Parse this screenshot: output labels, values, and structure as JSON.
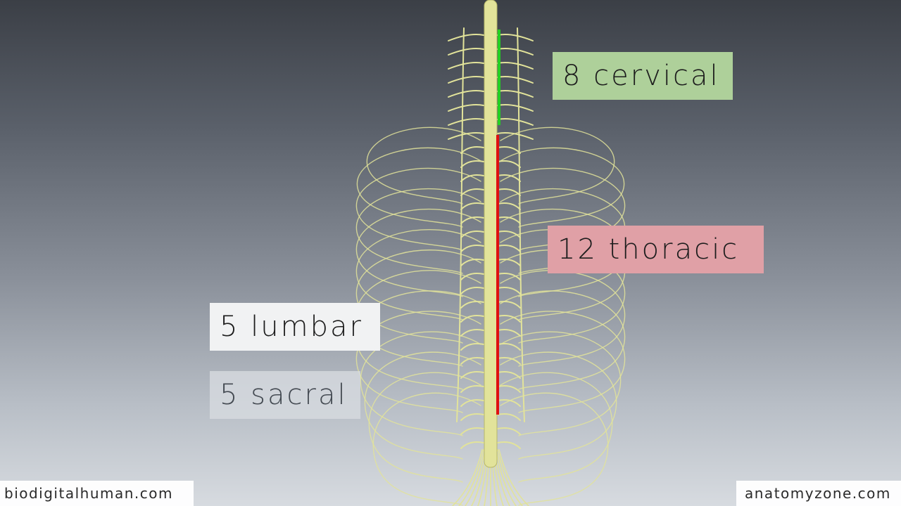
{
  "labels": {
    "cervical": "8 cervical",
    "thoracic": "12 thoracic",
    "lumbar": "5 lumbar",
    "sacral": "5 sacral"
  },
  "watermarks": {
    "left": "biodigitalhuman.com",
    "right": "anatomyzone.com"
  },
  "colors": {
    "nerve": "#e2e39a",
    "cervical_marker": "#22d022",
    "thoracic_marker": "#e01010",
    "cervical_box": "#aed09a",
    "thoracic_box": "#e0a0a6",
    "lumbar_box": "#f1f2f3",
    "sacral_box": "#c5cad0"
  }
}
